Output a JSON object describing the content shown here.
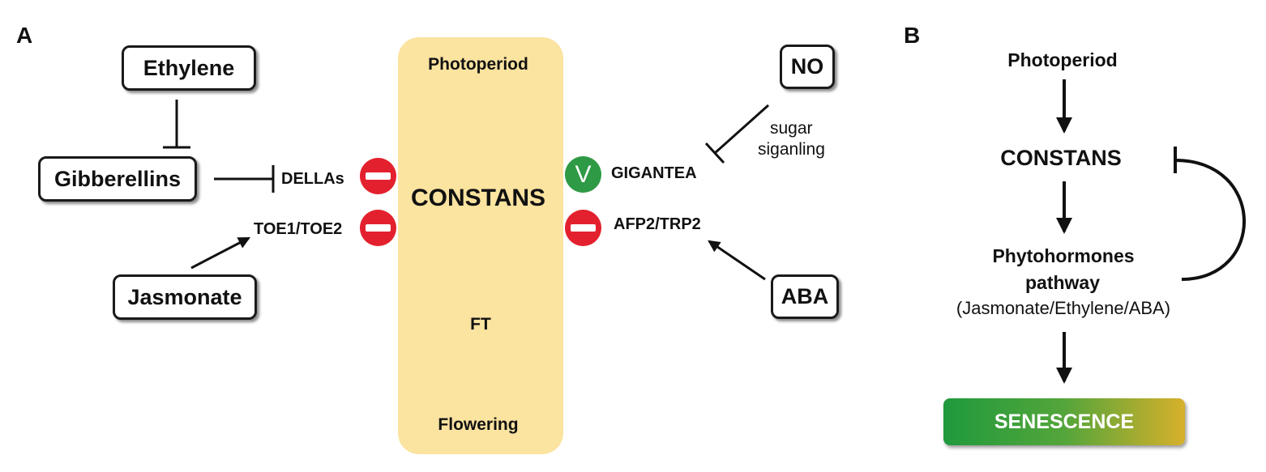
{
  "panels": {
    "a": {
      "letter": "A",
      "boxes": {
        "ethylene": "Ethylene",
        "gibberellins": "Gibberellins",
        "jasmonate": "Jasmonate",
        "no": "NO",
        "aba": "ABA"
      },
      "column": {
        "photoperiod": "Photoperiod",
        "constans": "CONSTANS",
        "ft": "FT",
        "flowering": "Flowering"
      },
      "regulators": {
        "dellas": "DELLAs",
        "toe": "TOE1/TOE2",
        "gigantea": "GIGANTEA",
        "afp2": "AFP2/TRP2",
        "sugar_line1": "sugar",
        "sugar_line2": "siganling"
      },
      "signs": {
        "dellas": "stop-icon",
        "toe": "stop-icon",
        "gigantea": "V",
        "afp2": "stop-icon"
      }
    },
    "b": {
      "letter": "B",
      "photoperiod": "Photoperiod",
      "constans": "CONSTANS",
      "phyto_line1": "Phytohormones",
      "phyto_line2": "pathway",
      "phyto_line3": "(Jasmonate/Ethylene/ABA)",
      "senescence": "SENESCENCE"
    }
  },
  "colors": {
    "column": "#fbe3a0",
    "stop_sign": "#e3212e",
    "go_sign": "#2e9a45",
    "senescence_start": "#1f9a3d",
    "senescence_end": "#d7b02b"
  }
}
